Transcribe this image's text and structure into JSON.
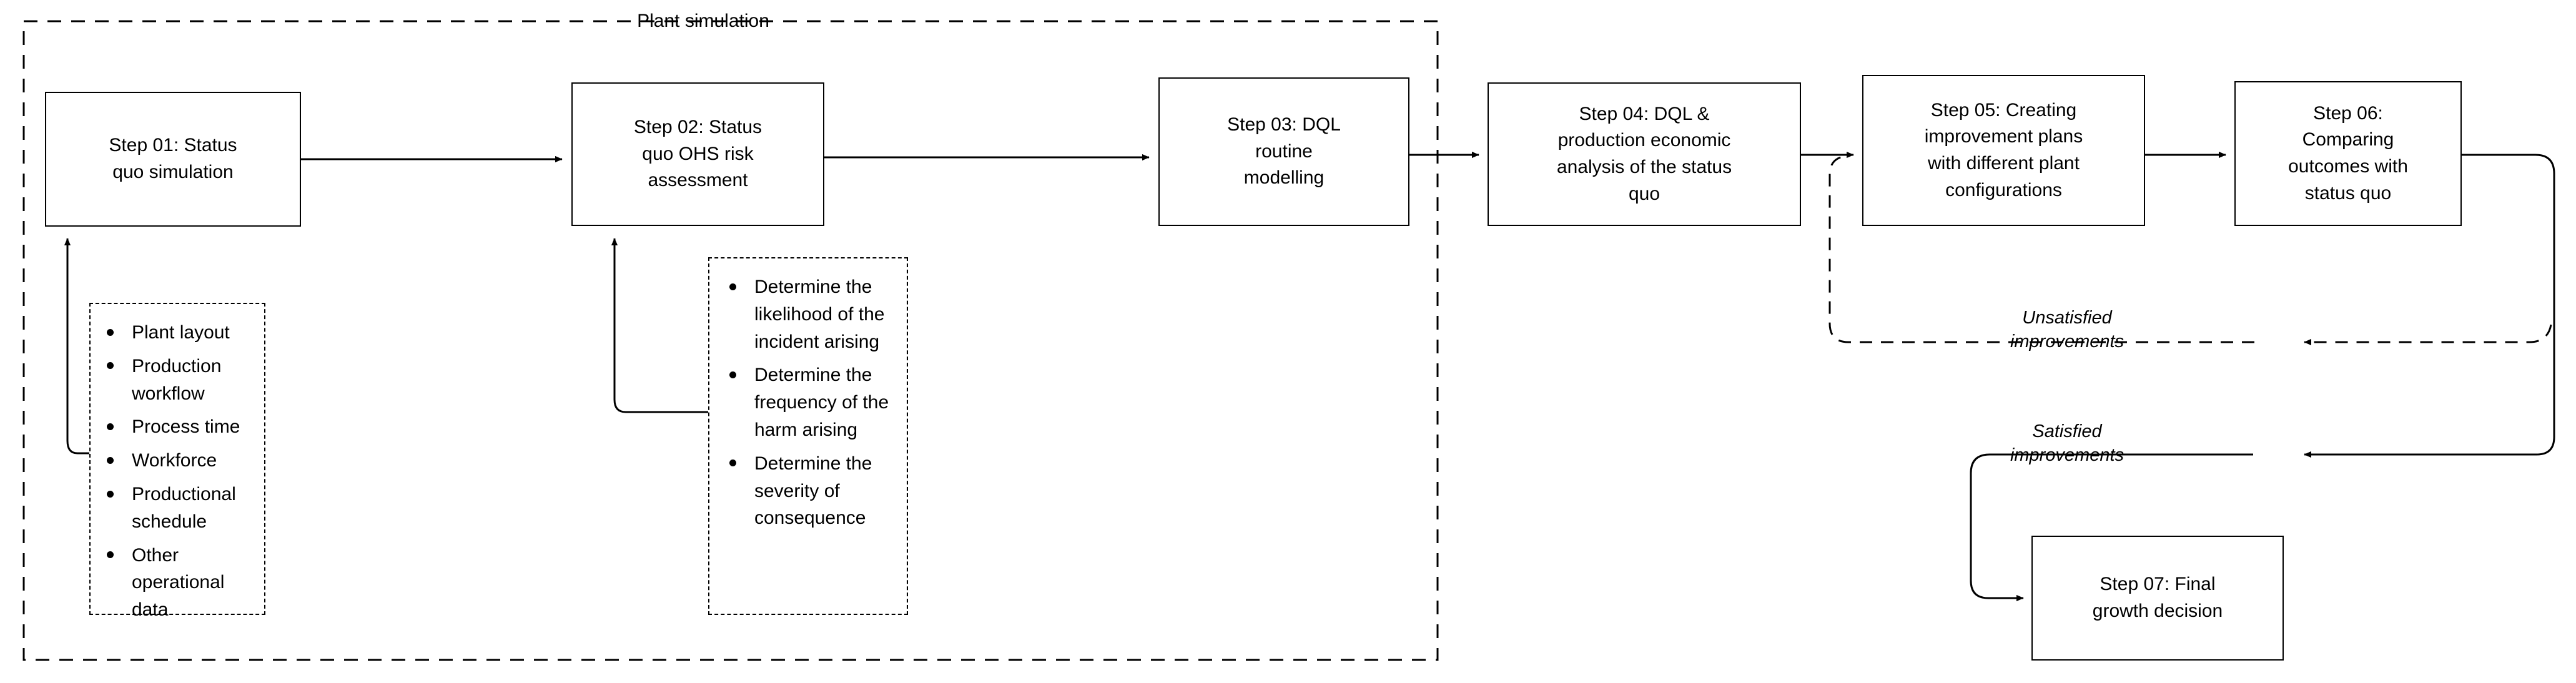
{
  "diagram": {
    "title_group": "Plant simulation",
    "nodes": [
      {
        "id": "step01",
        "label": "Step 01: Status\nquo  simulation"
      },
      {
        "id": "step02",
        "label": "Step 02: Status\nquo OHS risk\nassessment"
      },
      {
        "id": "step03",
        "label": "Step 03: DQL\nroutine\nmodelling"
      },
      {
        "id": "step04",
        "label": "Step 04: DQL &\nproduction economic\nanalysis of the status\nquo"
      },
      {
        "id": "step05",
        "label": "Step 05: Creating\nimprovement plans\nwith different plant\nconfigurations"
      },
      {
        "id": "step06",
        "label": "Step 06:\nComparing\noutcomes with\nstatus quo"
      },
      {
        "id": "step07",
        "label": "Step 07: Final\ngrowth decision"
      }
    ],
    "input_lists": [
      {
        "id": "plant-inputs",
        "items": [
          "Plant layout",
          "Production workflow",
          "Process time",
          "Workforce",
          "Productional schedule",
          "Other operational data"
        ]
      },
      {
        "id": "ohs-risk-inputs",
        "items": [
          "Determine the likelihood of the incident arising",
          "Determine the frequency of the harm arising",
          "Determine the severity of consequence"
        ]
      }
    ],
    "edge_labels": [
      {
        "id": "unsatisfied",
        "text": "Unsatisfied\nimprovements"
      },
      {
        "id": "satisfied",
        "text": "Satisfied\nimprovements"
      }
    ],
    "colors": {
      "stroke": "#000000",
      "background": "#ffffff"
    }
  }
}
